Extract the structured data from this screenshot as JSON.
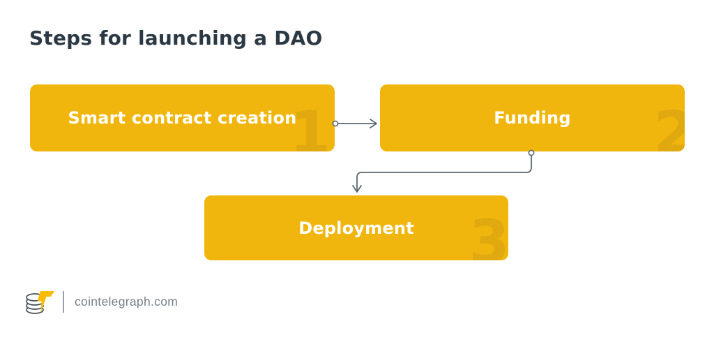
{
  "title": "Steps for launching a DAO",
  "diagram": {
    "type": "flowchart",
    "steps": [
      {
        "label": "Smart contract creation",
        "number": "1"
      },
      {
        "label": "Funding",
        "number": "2"
      },
      {
        "label": "Deployment",
        "number": "3"
      }
    ],
    "connections": [
      {
        "from": "Smart contract creation",
        "to": "Funding"
      },
      {
        "from": "Funding",
        "to": "Deployment"
      }
    ]
  },
  "footer": {
    "site": "cointelegraph.com",
    "logo": "cointelegraph-coin-stack-with-lightning-bolt"
  },
  "colors": {
    "box_yellow": "#F1B60D",
    "step_number": "#DFA90F",
    "title_text": "#2B3944",
    "box_text": "#FFFFFF",
    "connector": "#5A6772",
    "footer_text": "#76808A",
    "divider": "#99A1A8",
    "background": "#FFFFFF"
  }
}
